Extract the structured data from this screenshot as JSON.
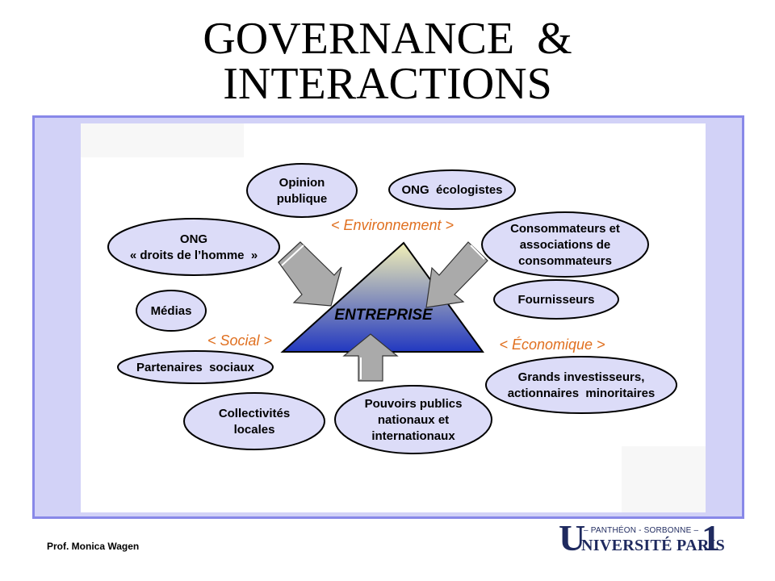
{
  "title": {
    "line1": "GOVERNANCE  &",
    "line2": "INTERACTIONS"
  },
  "diagram": {
    "center": "ENTREPRISE",
    "spheres": {
      "environnement": "< Environnement >",
      "social": "< Social >",
      "economique": "< Économique >"
    },
    "stakeholders": [
      {
        "key": "opinion",
        "lines": [
          "Opinion",
          "publique"
        ]
      },
      {
        "key": "ong-eco",
        "lines": [
          "ONG  écologistes"
        ]
      },
      {
        "key": "ong-dh",
        "lines": [
          "ONG",
          "« droits de l’homme  »"
        ]
      },
      {
        "key": "consommateurs",
        "lines": [
          "Consommateurs et",
          "associations de",
          "consommateurs"
        ]
      },
      {
        "key": "fournisseurs",
        "lines": [
          "Fournisseurs"
        ]
      },
      {
        "key": "medias",
        "lines": [
          "Médias"
        ]
      },
      {
        "key": "partenaires",
        "lines": [
          "Partenaires  sociaux"
        ]
      },
      {
        "key": "investisseurs",
        "lines": [
          "Grands investisseurs,",
          "actionnaires  minoritaires"
        ]
      },
      {
        "key": "collectivites",
        "lines": [
          "Collectivités",
          "locales"
        ]
      },
      {
        "key": "pouvoirs",
        "lines": [
          "Pouvoirs publics",
          "nationaux et",
          "internationaux"
        ]
      }
    ],
    "colors": {
      "ellipse_fill": "#dcdcf8",
      "sphere_text": "#e07020",
      "triangle_top": "#f2f0b6",
      "triangle_bottom": "#2238c0"
    }
  },
  "footer": {
    "author": "Prof. Monica Wagen",
    "logo": {
      "letter_u": "U",
      "tagline": "– PANTHÉON - SORBONNE –",
      "name": "NIVERSITÉ PARIS",
      "number": "1"
    }
  }
}
